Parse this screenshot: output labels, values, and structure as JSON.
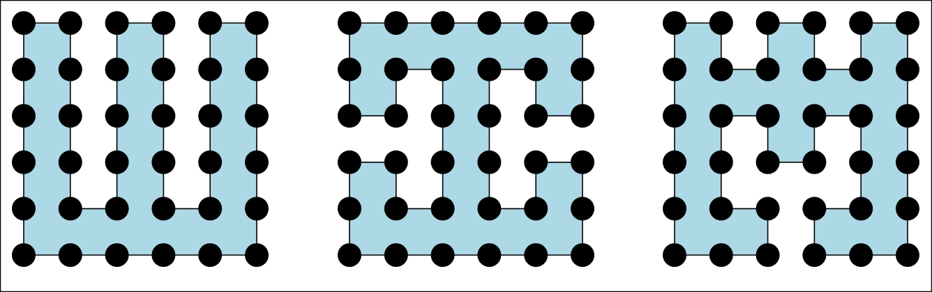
{
  "colors": {
    "fill": "#add8e6",
    "edge": "#000000",
    "node": "#000000",
    "background": "#ffffff",
    "border": "#000000"
  },
  "grid": {
    "cols": 6,
    "rows": 6
  },
  "panels": [
    {
      "id": "panel-1",
      "path": [
        [
          0,
          0
        ],
        [
          1,
          0
        ],
        [
          1,
          4
        ],
        [
          2,
          4
        ],
        [
          2,
          0
        ],
        [
          3,
          0
        ],
        [
          3,
          4
        ],
        [
          4,
          4
        ],
        [
          4,
          0
        ],
        [
          5,
          0
        ],
        [
          5,
          5
        ],
        [
          0,
          5
        ]
      ]
    },
    {
      "id": "panel-2",
      "path": [
        [
          0,
          0
        ],
        [
          5,
          0
        ],
        [
          5,
          2
        ],
        [
          4,
          2
        ],
        [
          4,
          1
        ],
        [
          3,
          1
        ],
        [
          3,
          4
        ],
        [
          4,
          4
        ],
        [
          4,
          3
        ],
        [
          5,
          3
        ],
        [
          5,
          5
        ],
        [
          0,
          5
        ],
        [
          0,
          3
        ],
        [
          1,
          3
        ],
        [
          1,
          4
        ],
        [
          2,
          4
        ],
        [
          2,
          1
        ],
        [
          1,
          1
        ],
        [
          1,
          2
        ],
        [
          0,
          2
        ]
      ]
    },
    {
      "id": "panel-3",
      "path": [
        [
          0,
          0
        ],
        [
          1,
          0
        ],
        [
          1,
          1
        ],
        [
          2,
          1
        ],
        [
          2,
          0
        ],
        [
          3,
          0
        ],
        [
          3,
          1
        ],
        [
          4,
          1
        ],
        [
          4,
          0
        ],
        [
          5,
          0
        ],
        [
          5,
          5
        ],
        [
          3,
          5
        ],
        [
          3,
          4
        ],
        [
          4,
          4
        ],
        [
          4,
          2
        ],
        [
          3,
          2
        ],
        [
          3,
          3
        ],
        [
          2,
          3
        ],
        [
          2,
          2
        ],
        [
          1,
          2
        ],
        [
          1,
          4
        ],
        [
          2,
          4
        ],
        [
          2,
          5
        ],
        [
          0,
          5
        ]
      ]
    }
  ]
}
